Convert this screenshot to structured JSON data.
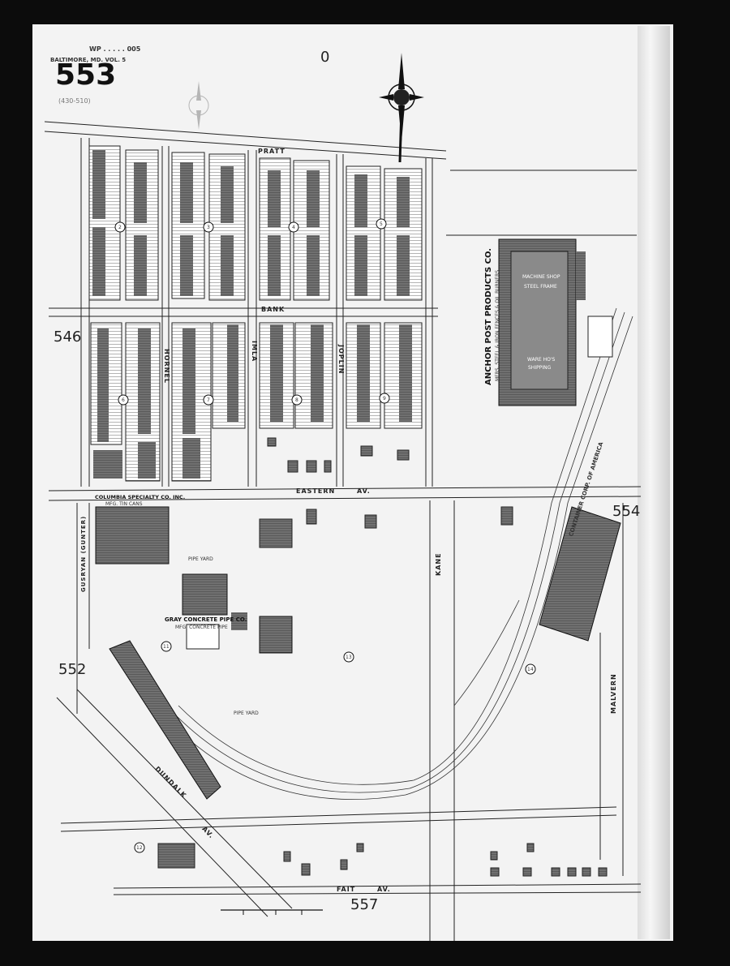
{
  "sheet": {
    "number": "553",
    "title": "BALTIMORE, MD. VOL. 5",
    "top_code": "WP . . . . . 005",
    "paren_note": "(430-510)",
    "top_adjacent": "0",
    "adjacent_sheets": {
      "left_upper": "546",
      "left_lower": "552",
      "right": "554",
      "bottom": "557"
    }
  },
  "streets": {
    "pratt": "PRATT",
    "bank": "BANK",
    "eastern": "EASTERN",
    "eastern_av": "AV.",
    "hornel": "HORNEL",
    "imla": "IMLA",
    "joplin": "JOPLIN",
    "kane": "KANE",
    "malvern": "MALVERN",
    "dundalk": "DUNDALK",
    "dundalk_av": "AV.",
    "fait": "FAIT",
    "fait_av": "AV.",
    "gusryan": "GUSRYAN (GUNTER)"
  },
  "businesses": {
    "anchor_post": "ANCHOR POST PRODUCTS CO.",
    "anchor_post_sub": "MFRS. STEEL & IRON FENCES & OIL BURNERS",
    "machine_shop": "MACHINE SHOP",
    "steel_frame": "STEEL FRAME",
    "ware_hos": "WARE HO'S",
    "shipping": "SHIPPING",
    "columbia": "COLUMBIA SPECIALTY CO. INC.",
    "columbia_sub": "MFG. TIN CANS",
    "gray_concrete": "GRAY CONCRETE PIPE CO.",
    "gray_concrete_sub": "MFG. CONCRETE PIPE",
    "pipe_yard": "PIPE YARD",
    "container": "CONTAINER CORP. OF AMERICA"
  },
  "block_numbers": [
    "2",
    "3",
    "4",
    "5",
    "6",
    "7",
    "8",
    "9",
    "11",
    "12",
    "13",
    "14"
  ],
  "icons": {
    "compass": "compass-rose-icon"
  },
  "colors": {
    "paper": "#f3f3f3",
    "ink": "#111111",
    "building": "#6b6b6b",
    "border": "#0c0c0c"
  }
}
